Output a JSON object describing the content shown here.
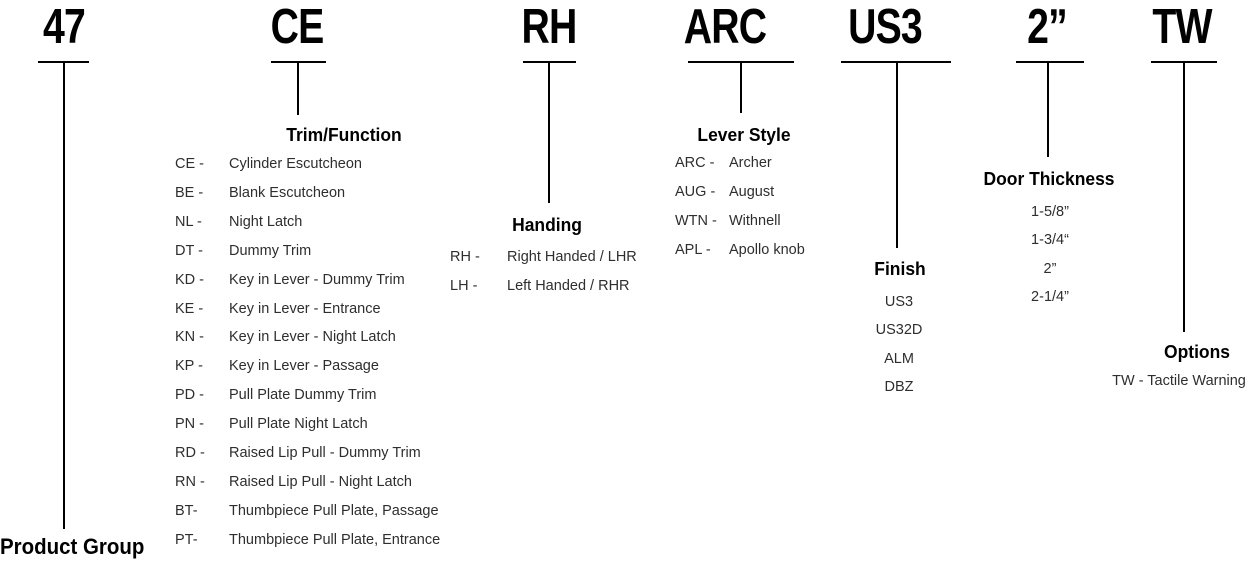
{
  "diagram": {
    "product_group": {
      "code": "47",
      "label": "Product Group"
    },
    "trim": {
      "code": "CE",
      "heading": "Trim/Function",
      "items": [
        {
          "code": "CE -",
          "desc": "Cylinder Escutcheon"
        },
        {
          "code": "BE -",
          "desc": "Blank Escutcheon"
        },
        {
          "code": "NL -",
          "desc": "Night Latch"
        },
        {
          "code": "DT -",
          "desc": "Dummy Trim"
        },
        {
          "code": "KD -",
          "desc": "Key in Lever - Dummy Trim"
        },
        {
          "code": "KE -",
          "desc": "Key in Lever - Entrance"
        },
        {
          "code": "KN -",
          "desc": "Key in Lever - Night Latch"
        },
        {
          "code": "KP -",
          "desc": "Key in Lever - Passage"
        },
        {
          "code": "PD -",
          "desc": "Pull Plate Dummy Trim"
        },
        {
          "code": "PN -",
          "desc": "Pull Plate Night Latch"
        },
        {
          "code": "RD -",
          "desc": "Raised Lip Pull - Dummy Trim"
        },
        {
          "code": "RN -",
          "desc": "Raised Lip Pull - Night Latch"
        },
        {
          "code": "BT-",
          "desc": "Thumbpiece Pull Plate, Passage"
        },
        {
          "code": "PT-",
          "desc": "Thumbpiece Pull Plate, Entrance"
        }
      ]
    },
    "handing": {
      "code": "RH",
      "heading": "Handing",
      "items": [
        {
          "code": "RH -",
          "desc": "Right Handed / LHR"
        },
        {
          "code": "LH -",
          "desc": "Left Handed / RHR"
        }
      ]
    },
    "lever": {
      "code": "ARC",
      "heading": "Lever Style",
      "items": [
        {
          "code": "ARC -",
          "desc": "Archer"
        },
        {
          "code": "AUG -",
          "desc": "August"
        },
        {
          "code": "WTN -",
          "desc": "Withnell"
        },
        {
          "code": "APL -",
          "desc": "Apollo knob"
        }
      ]
    },
    "finish": {
      "code": "US3",
      "heading": "Finish",
      "values": [
        "US3",
        "US32D",
        "ALM",
        "DBZ"
      ]
    },
    "door_thickness": {
      "code": "2”",
      "heading": "Door Thickness",
      "values": [
        "1-5/8”",
        "1-3/4“",
        "2”",
        "2-1/4”"
      ]
    },
    "options": {
      "code": "TW",
      "heading": "Options",
      "note": "TW - Tactile Warning"
    }
  }
}
